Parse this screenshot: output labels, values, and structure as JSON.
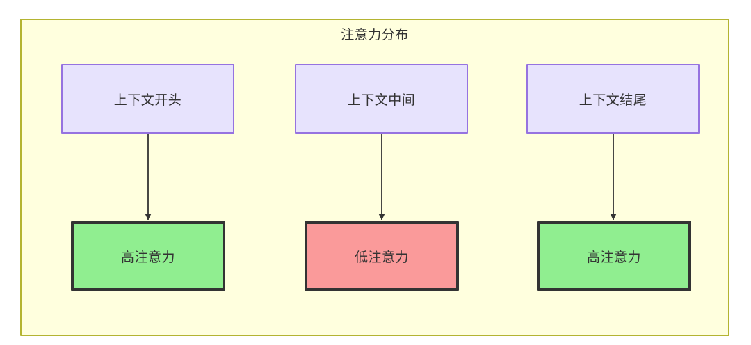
{
  "diagram": {
    "title": "注意力分布",
    "container": {
      "fill": "#ffffde",
      "stroke": "#b4b432"
    },
    "top_nodes": [
      {
        "id": "context-start",
        "label": "上下文开头",
        "fill": "#e7e3fd",
        "stroke": "#9673e0"
      },
      {
        "id": "context-middle",
        "label": "上下文中间",
        "fill": "#e7e3fd",
        "stroke": "#9673e0"
      },
      {
        "id": "context-end",
        "label": "上下文结尾",
        "fill": "#e7e3fd",
        "stroke": "#9673e0"
      }
    ],
    "bottom_nodes": [
      {
        "id": "high-attention-start",
        "label": "高注意力",
        "fill": "#90ee90",
        "stroke": "#333333"
      },
      {
        "id": "low-attention-middle",
        "label": "低注意力",
        "fill": "#fa9a9a",
        "stroke": "#333333"
      },
      {
        "id": "high-attention-end",
        "label": "高注意力",
        "fill": "#90ee90",
        "stroke": "#333333"
      }
    ],
    "edges": [
      {
        "id": "edge-start",
        "from": "context-start",
        "to": "high-attention-start",
        "label": ""
      },
      {
        "id": "edge-middle",
        "from": "context-middle",
        "to": "low-attention-middle",
        "label": ""
      },
      {
        "id": "edge-end",
        "from": "context-end",
        "to": "high-attention-end",
        "label": ""
      }
    ]
  }
}
